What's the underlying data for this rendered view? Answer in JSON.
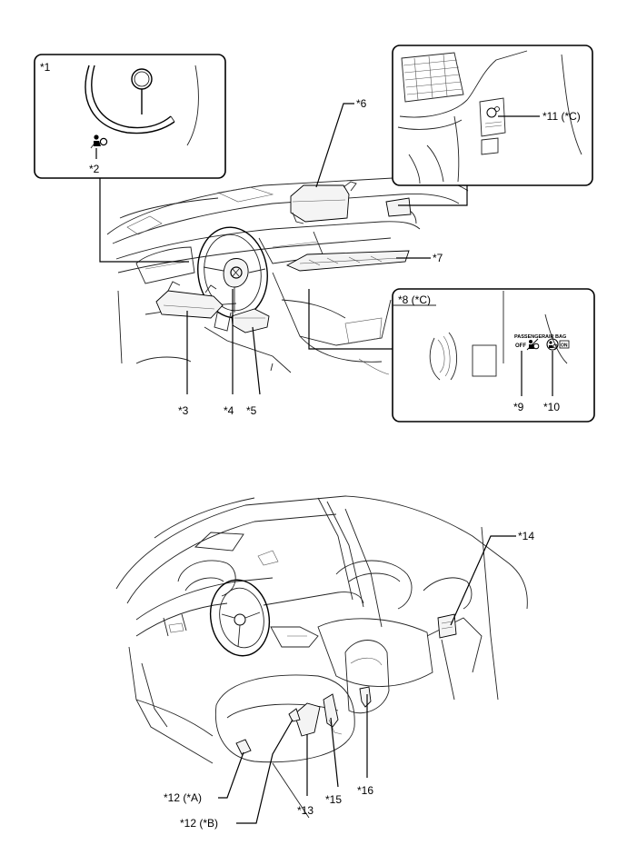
{
  "labels": {
    "l1": "*1",
    "l2": "*2",
    "l3": "*3",
    "l4": "*4",
    "l5": "*5",
    "l6": "*6",
    "l7": "*7",
    "l8": "*8 (*C)",
    "l9": "*9",
    "l10": "*10",
    "l11": "*11 (*C)",
    "l12a": "*12 (*A)",
    "l12b": "*12 (*B)",
    "l13": "*13",
    "l14": "*14",
    "l15": "*15",
    "l16": "*16"
  },
  "indicator": {
    "passenger": "PASSENGER",
    "airbag": "AIR BAG",
    "off": "OFF",
    "on_badge": "ON"
  }
}
